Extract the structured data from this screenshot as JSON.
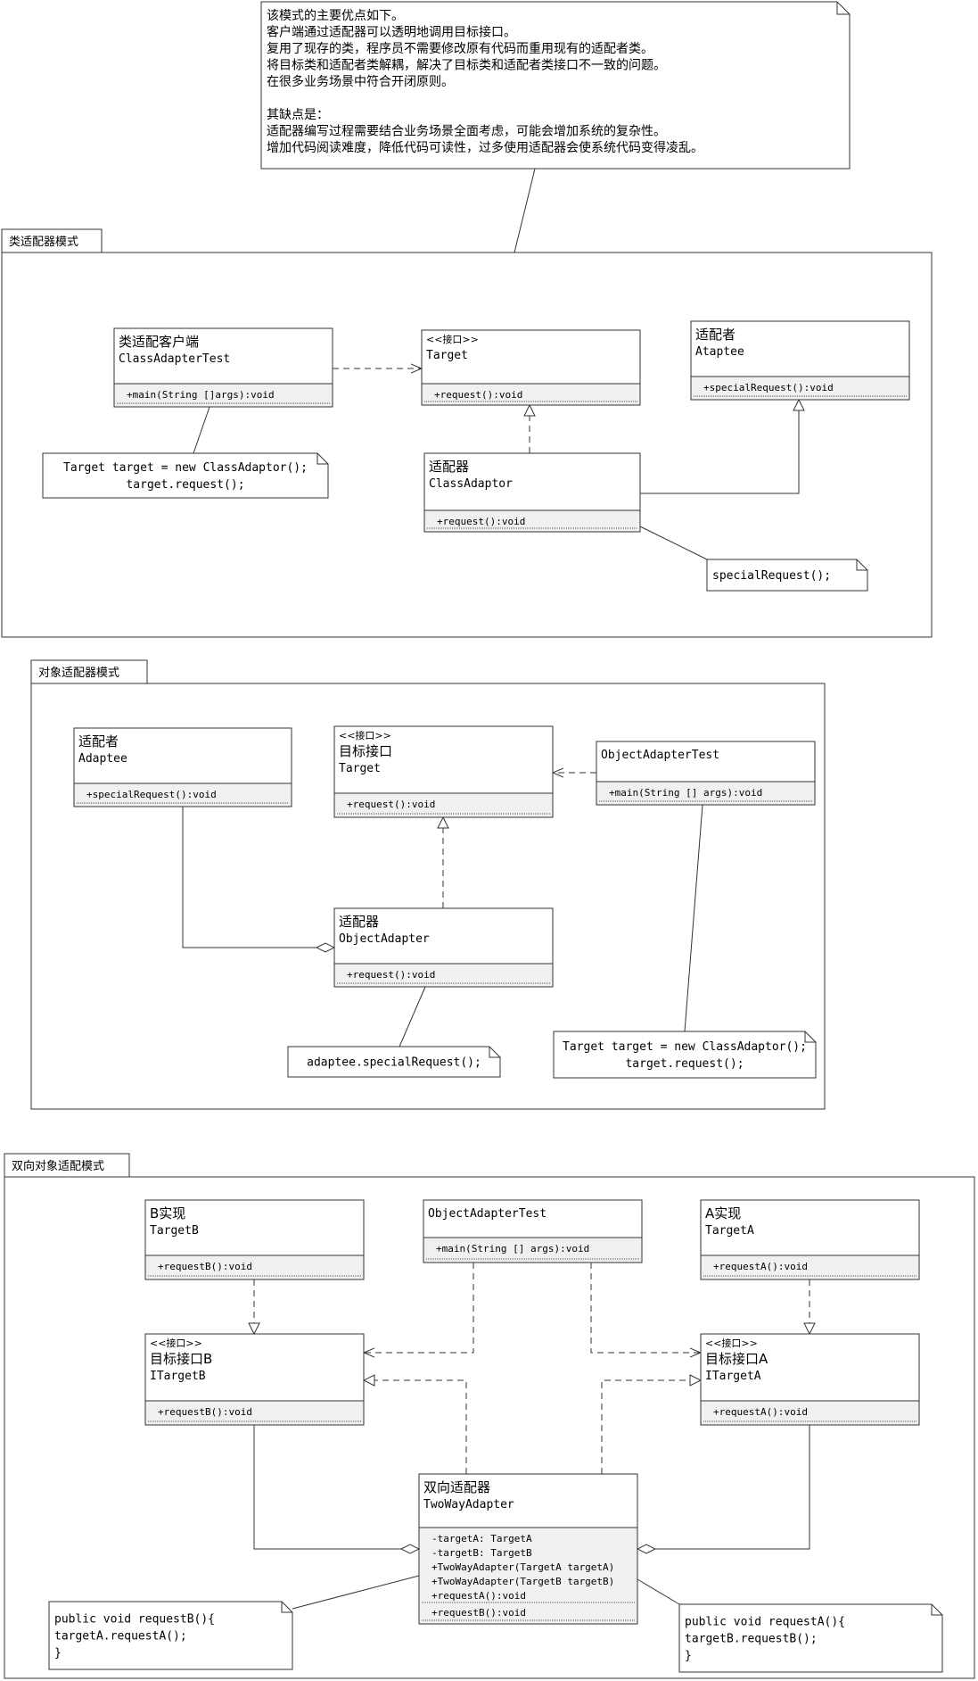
{
  "top_note": [
    "该模式的主要优点如下。",
    "客户端通过适配器可以透明地调用目标接口。",
    "复用了现存的类，程序员不需要修改原有代码而重用现有的适配者类。",
    "将目标类和适配者类解耦，解决了目标类和适配者类接口不一致的问题。",
    "在很多业务场景中符合开闭原则。",
    "",
    "其缺点是：",
    "适配器编写过程需要结合业务场景全面考虑，可能会增加系统的复杂性。",
    "增加代码阅读难度，降低代码可读性，过多使用适配器会使系统代码变得凌乱。"
  ],
  "packages": {
    "class_adapter": "类适配器模式",
    "object_adapter": "对象适配器模式",
    "two_way": "双向对象适配模式"
  },
  "classes": {
    "cls_client": {
      "title": "类适配客户端",
      "name": "ClassAdapterTest",
      "ops": [
        "+main(String []args):void"
      ]
    },
    "cls_target": {
      "stereo": "<<接口>>",
      "name": "Target",
      "ops": [
        "+request():void"
      ]
    },
    "cls_adaptee": {
      "title": "适配者",
      "name": "Ataptee",
      "ops": [
        "+specialRequest():void"
      ]
    },
    "cls_adaptor": {
      "title": "适配器",
      "name": "ClassAdaptor",
      "ops": [
        "+request():void"
      ]
    },
    "obj_adaptee": {
      "title": "适配者",
      "name": "Adaptee",
      "ops": [
        "+specialRequest():void"
      ]
    },
    "obj_target": {
      "stereo": "<<接口>>",
      "title": "目标接口",
      "name": "Target",
      "ops": [
        "+request():void"
      ]
    },
    "obj_test": {
      "name": "ObjectAdapterTest",
      "ops": [
        "+main(String [] args):void"
      ]
    },
    "obj_adapter": {
      "title": "适配器",
      "name": "ObjectAdapter",
      "ops": [
        "+request():void"
      ]
    },
    "tw_b_impl": {
      "title": "B实现",
      "name": "TargetB",
      "ops": [
        "+requestB():void"
      ]
    },
    "tw_test": {
      "name": "ObjectAdapterTest",
      "ops": [
        "+main(String [] args):void"
      ]
    },
    "tw_a_impl": {
      "title": "A实现",
      "name": "TargetA",
      "ops": [
        "+requestA():void"
      ]
    },
    "tw_ib": {
      "stereo": "<<接口>>",
      "title": "目标接口B",
      "name": "ITargetB",
      "ops": [
        "+requestB():void"
      ]
    },
    "tw_ia": {
      "stereo": "<<接口>>",
      "title": "目标接口A",
      "name": "ITargetA",
      "ops": [
        "+requestA():void"
      ]
    },
    "tw_adapter": {
      "title": "双向适配器",
      "name": "TwoWayAdapter",
      "attrs": [
        "-targetA: TargetA",
        "-targetB: TargetB",
        "+TwoWayAdapter(TargetA targetA)",
        "+TwoWayAdapter(TargetB targetB)",
        "+requestA():void"
      ],
      "ops": [
        "+requestB():void"
      ]
    }
  },
  "notes": {
    "cls_note_client": [
      "Target target = new ClassAdaptor();",
      "target.request();"
    ],
    "cls_note_special": [
      "specialRequest();"
    ],
    "obj_note_adaptee": [
      "adaptee.specialRequest();"
    ],
    "obj_note_test": [
      "Target target = new ClassAdaptor();",
      "target.request();"
    ],
    "tw_note_b": [
      "public void requestB(){",
      "  targetA.requestA();",
      "}"
    ],
    "tw_note_a": [
      "public void requestA(){",
      "  targetB.requestB();",
      "}"
    ]
  }
}
